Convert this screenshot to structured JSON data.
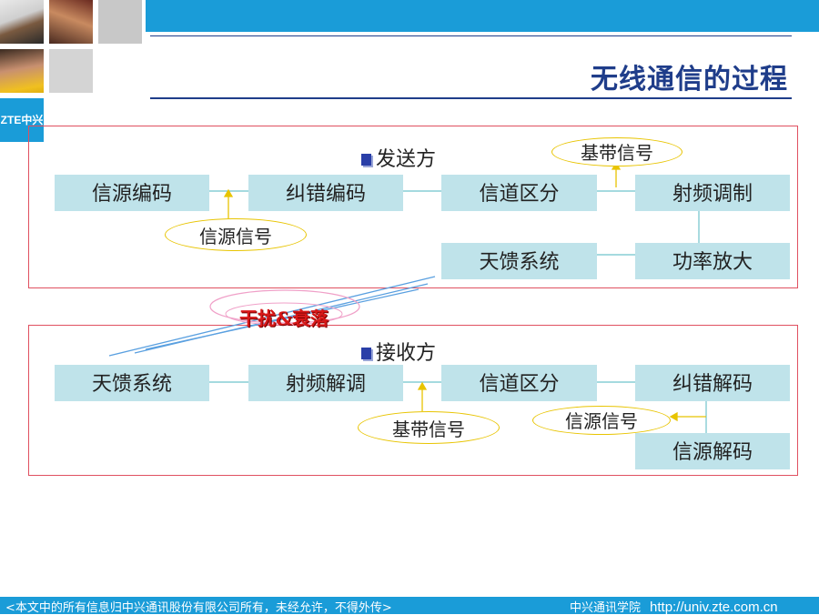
{
  "header": {
    "title": "无线通信的过程"
  },
  "logo": {
    "text": "ZTE中兴"
  },
  "transmitter": {
    "label": "发送方",
    "boxes": {
      "source_coding": "信源编码",
      "fec_coding": "纠错编码",
      "interleaving": "信道区分",
      "rf_modulation": "射频调制",
      "antenna": "天馈系统",
      "power_amp": "功率放大"
    },
    "ovals": {
      "baseband": "基带信号",
      "source_signal": "信源信号"
    }
  },
  "noise_label": "干扰&衰落",
  "receiver": {
    "label": "接收方",
    "boxes": {
      "antenna": "天馈系统",
      "rf_demod": "射频解调",
      "deinterleaving": "信道区分",
      "fec_decoding": "纠错解码",
      "source_decoding": "信源解码"
    },
    "ovals": {
      "baseband": "基带信号",
      "source_signal": "信源信号"
    }
  },
  "footer": {
    "notice": "<本文中的所有信息归中兴通讯股份有限公司所有，未经允许，不得外传>",
    "org": "中兴通讯学院",
    "url": "http://univ.zte.com.cn"
  },
  "colors": {
    "brand_blue": "#1a9cd8",
    "title_navy": "#1f3d8a",
    "box_fill": "#bfe3ea",
    "frame_red": "#e05060",
    "oval_yellow": "#e8c400",
    "noise_red": "#d81818"
  }
}
